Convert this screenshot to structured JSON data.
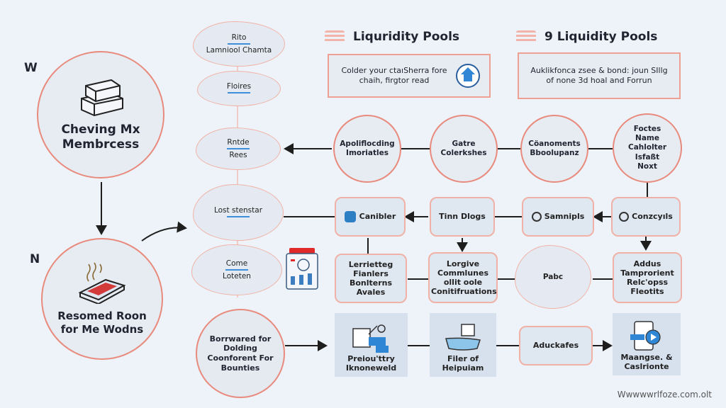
{
  "left_column": {
    "letters": [
      "W",
      "N"
    ],
    "top_circle": {
      "label": "Cheving Mx Membrcess",
      "icon": "boxes-icon"
    },
    "bottom_circle": {
      "label": "Resomed Roon for Me Wodns",
      "icon": "hot-book-icon"
    }
  },
  "cloud_column": {
    "clouds": [
      {
        "top": "Rito",
        "bottom": "Lamniool Chamta"
      },
      {
        "top": "Floires",
        "bottom": ""
      },
      {
        "top": "Rntde",
        "bottom": "Rees"
      },
      {
        "top": "Lost stenstar",
        "bottom": ""
      },
      {
        "top": "Come",
        "bottom": "Loteten"
      }
    ],
    "bottom_circle": {
      "label": "Borrwared for Dolding Coonforent For Bounties"
    }
  },
  "headers": [
    {
      "title": "Liquridity Pools",
      "desc": "Colder your ctaıSherra fore chaih, firgtor read",
      "icon": "shield-network-icon"
    },
    {
      "title": "9 Liquidity Pools",
      "desc": "Auklikfonca zsee & bond: joun SIllg of none 3d hoal and Forrun"
    }
  ],
  "row1_circles": [
    {
      "label": "Apoliflocding Imoriatles"
    },
    {
      "label": "Gatre Colerkshes"
    },
    {
      "label": "Cöanoments Bboolupanz"
    },
    {
      "label": "Foctes Name Cahlolter Isfaßt Noxt"
    }
  ],
  "row2_boxes": [
    {
      "label": "Canibler",
      "icon": "hexagon-icon"
    },
    {
      "label": "Tinn Dlogs"
    },
    {
      "label": "Samnipls",
      "icon": "ring-icon"
    },
    {
      "label": "Conzcyıls",
      "icon": "ring-icon"
    }
  ],
  "row3": [
    {
      "label": "Lerrietteg Fianlers Bonlterns Avales"
    },
    {
      "label": "Lorgive Commlunes ollit oole Conitifruations"
    },
    {
      "label": "Pabc"
    },
    {
      "label": "Addus Tamprorient Relc'opss Fleotits"
    }
  ],
  "row4": [
    {
      "label": "Preiou'ttry Iknoneweld",
      "icon": "workspace-icon"
    },
    {
      "label": "Filer of Heipuiam",
      "icon": "device-icon"
    },
    {
      "label": "Aduckafes"
    },
    {
      "label": "Maangse. & Caslrionte",
      "icon": "tablet-play-icon"
    }
  ],
  "watermark": "Wwwwwrlfoze.com.olt",
  "colors": {
    "accent": "#e88a7c",
    "background": "#eef3fa",
    "node_fill": "#e7ebf2",
    "blue": "#3c8fd8"
  }
}
